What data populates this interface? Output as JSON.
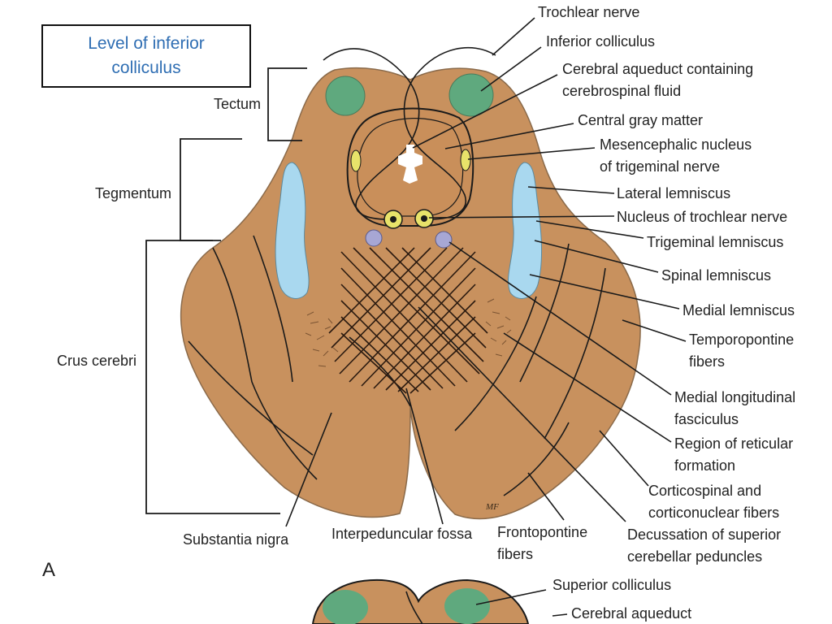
{
  "title": {
    "line1": "Level of inferior",
    "line2": "colliculus"
  },
  "panel_label": "A",
  "brackets": {
    "tectum": "Tectum",
    "tegmentum": "Tegmentum",
    "crus_cerebri": "Crus cerebri"
  },
  "labels": {
    "trochlear_nerve": "Trochlear nerve",
    "inferior_colliculus": "Inferior colliculus",
    "cerebral_aqueduct": [
      "Cerebral aqueduct containing",
      "cerebrospinal fluid"
    ],
    "central_gray_matter": "Central gray matter",
    "mesencephalic_nucleus": [
      "Mesencephalic nucleus",
      "of trigeminal nerve"
    ],
    "lateral_lemniscus": "Lateral lemniscus",
    "nucleus_trochlear": "Nucleus of trochlear nerve",
    "trigeminal_lemniscus": "Trigeminal lemniscus",
    "spinal_lemniscus": "Spinal lemniscus",
    "medial_lemniscus": "Medial lemniscus",
    "temporopontine": [
      "Temporopontine",
      "fibers"
    ],
    "mlf": [
      "Medial longitudinal",
      "fasciculus"
    ],
    "reticular": [
      "Region of reticular",
      "formation"
    ],
    "corticospinal": [
      "Corticospinal and",
      "corticonuclear fibers"
    ],
    "decussation": [
      "Decussation of superior",
      "cerebellar peduncles"
    ],
    "frontopontine": [
      "Frontopontine",
      "fibers"
    ],
    "interpeduncular": "Interpeduncular fossa",
    "substantia_nigra": "Substantia nigra",
    "superior_colliculus": "Superior colliculus",
    "cerebral_aqueduct_2": "Cerebral aqueduct"
  },
  "signature": "MF",
  "colors": {
    "tissue": "#c8915e",
    "colliculus": "#5fa97e",
    "lemniscus": "#a9d8ef",
    "nucleus": "#e8e36a",
    "mlf": "#a7a7d4"
  }
}
